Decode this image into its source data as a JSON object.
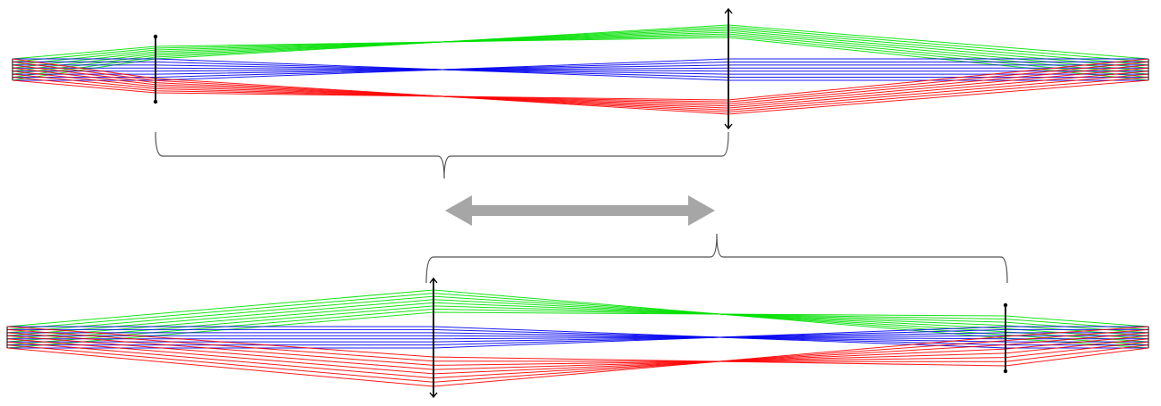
{
  "diagram": {
    "rays_per_bundle": 8,
    "bundle_colors": {
      "green": "#00e000",
      "blue": "#0000ee",
      "red": "#ff0000"
    },
    "lens_color": "#000000",
    "brace_color": "#555555",
    "shift_arrow_color": "#a6a6a6",
    "systems": [
      {
        "id": "top",
        "lenses": [
          "thin-lens-dot-ends",
          "thin-lens-arrow-ends"
        ]
      },
      {
        "id": "bottom",
        "lenses": [
          "thin-lens-arrow-ends",
          "thin-lens-dot-ends"
        ]
      }
    ]
  }
}
